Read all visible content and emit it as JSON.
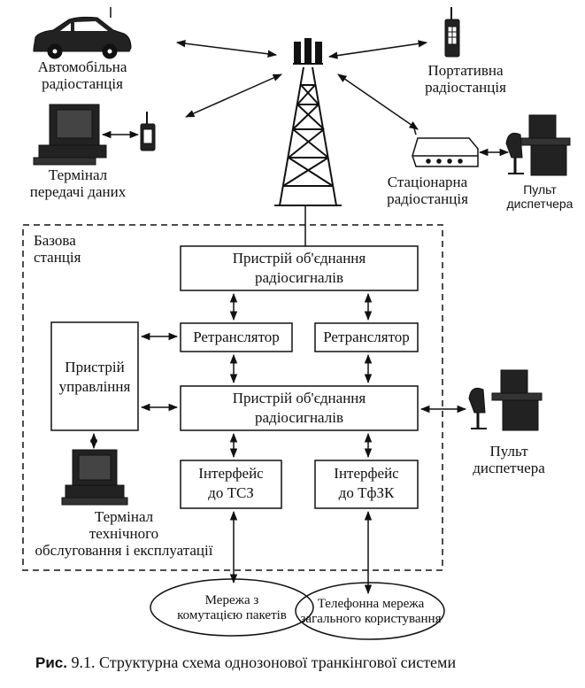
{
  "labels": {
    "car": [
      "Автомобільна",
      "радіостанція"
    ],
    "portable": [
      "Портативна",
      "радіостанція"
    ],
    "data_terminal": [
      "Термінал",
      "передачі даних"
    ],
    "stationary": [
      "Стаціонарна",
      "радіостанція"
    ],
    "dispatcher_top": [
      "Пульт",
      "диспетчера"
    ],
    "base_station": [
      "Базова",
      "станція"
    ],
    "combiner_top": [
      "Пристрій об'єднання",
      "радіосигналів"
    ],
    "repeater_left": "Ретранслятор",
    "repeater_right": "Ретранслятор",
    "control": [
      "Пристрій",
      "управління"
    ],
    "combiner_bottom": [
      "Пристрій об'єднання",
      "радіосигналів"
    ],
    "dispatcher_right": [
      "Пульт",
      "диспетчера"
    ],
    "iface_left": [
      "Інтерфейс",
      "до ТСЗ"
    ],
    "iface_right": [
      "Інтерфейс",
      "до ТфЗК"
    ],
    "maint_terminal": [
      "Термінал",
      "технічного",
      "обслуговання і експлуатації"
    ],
    "packet_net": [
      "Мережа з",
      "комутацією пакетів"
    ],
    "phone_net": [
      "Телефонна мережа",
      "загального користування"
    ]
  },
  "caption": {
    "prefix": "Рис.",
    "number": "9.1.",
    "text": "Структурна схема однозонової транкінгової системи"
  }
}
